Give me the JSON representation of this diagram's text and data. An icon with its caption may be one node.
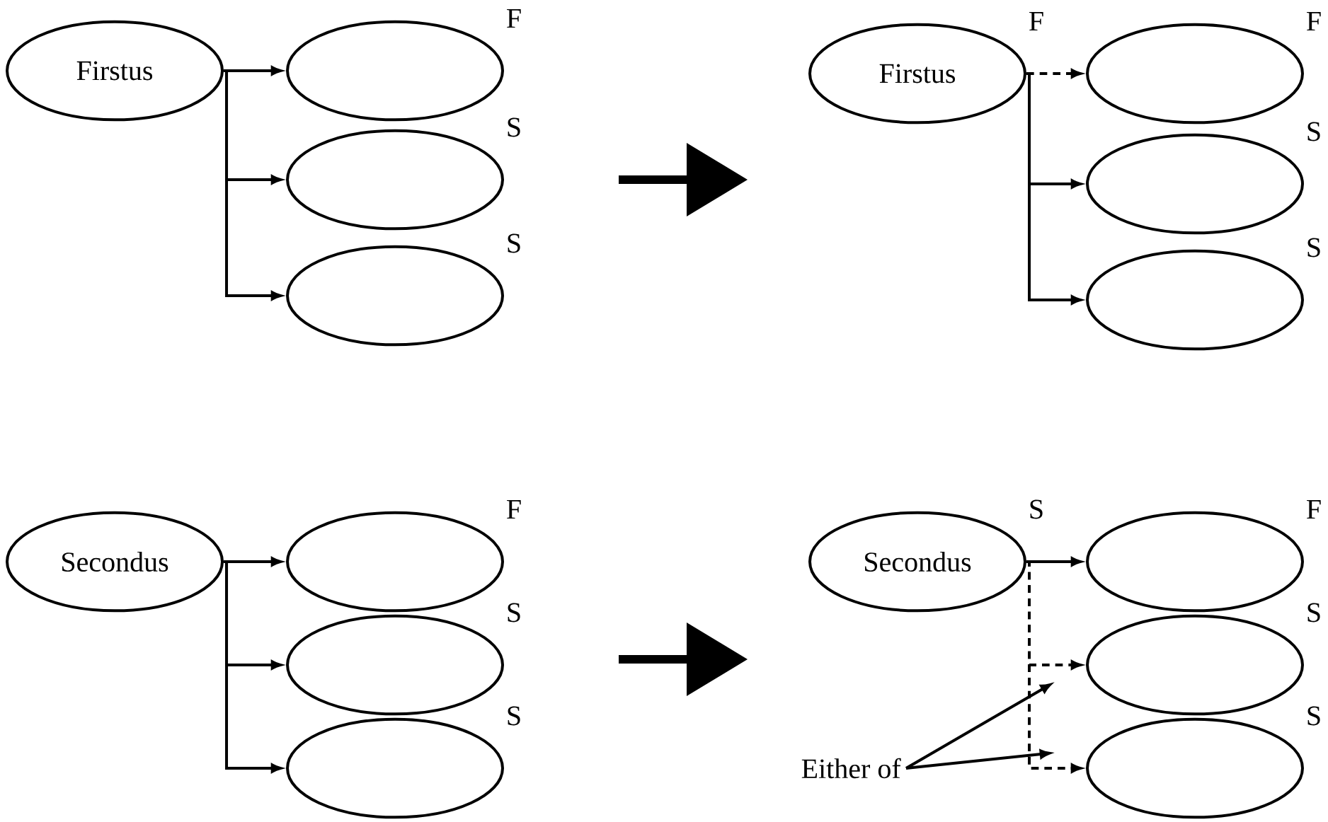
{
  "diagram": {
    "nodes": [
      {
        "text": [
          "Firstus"
        ]
      },
      {
        "text": [],
        "shape": "ellipse",
        "beside": [
          "F"
        ]
      },
      {
        "text": [],
        "shape": "ellipse",
        "beside": [
          "S"
        ]
      },
      {
        "text": [],
        "shape": "ellipse",
        "beside": [
          "S"
        ]
      },
      {
        "text": [
          "Firstus"
        ],
        "beside": [
          "F"
        ]
      },
      {
        "text": [],
        "shape": "ellipse",
        "beside": [
          "F"
        ]
      },
      {
        "text": [],
        "shape": "ellipse",
        "beside": [
          "S"
        ]
      },
      {
        "text": [],
        "shape": "ellipse",
        "beside": [
          "S"
        ]
      },
      {
        "text": [
          "Secondus"
        ]
      },
      {
        "text": [],
        "shape": "ellipse",
        "beside": [
          "F"
        ]
      },
      {
        "text": [],
        "shape": "ellipse",
        "beside": [
          "S"
        ]
      },
      {
        "text": [],
        "shape": "ellipse",
        "beside": [
          "S"
        ]
      },
      {
        "text": [
          "Secondus"
        ],
        "beside": [
          "S"
        ]
      },
      {
        "text": [],
        "shape": "ellipse",
        "beside": [
          "F"
        ]
      },
      {
        "text": [],
        "shape": "ellipse",
        "beside": [
          "S"
        ]
      },
      {
        "text": [],
        "shape": "ellipse",
        "beside": [
          "S"
        ]
      },
      {
        "text": [
          "Either of"
        ]
      }
    ],
    "edges": [
      {
        "from": 0,
        "to": 1,
        "arrow": "to"
      },
      {
        "from": 0,
        "to": 2,
        "arrow": "to"
      },
      {
        "from": 0,
        "to": 3,
        "arrow": "to"
      },
      {
        "from": 4,
        "to": 5,
        "arrow": "to",
        "style": "dashed"
      },
      {
        "from": 4,
        "to": 6,
        "arrow": "to"
      },
      {
        "from": 4,
        "to": 7,
        "arrow": "to"
      },
      {
        "from": 8,
        "to": 9,
        "arrow": "to"
      },
      {
        "from": 8,
        "to": 10,
        "arrow": "to"
      },
      {
        "from": 8,
        "to": 11,
        "arrow": "to"
      },
      {
        "from": 12,
        "to": 13,
        "arrow": "to"
      },
      {
        "from": 12,
        "to": 14,
        "arrow": "to",
        "style": "dashed"
      },
      {
        "from": 12,
        "to": 15,
        "arrow": "to",
        "style": "dashed"
      },
      {
        "from": 16,
        "to": null,
        "arrow": "to"
      },
      {
        "from": 16,
        "to": null,
        "arrow": "to"
      }
    ]
  }
}
